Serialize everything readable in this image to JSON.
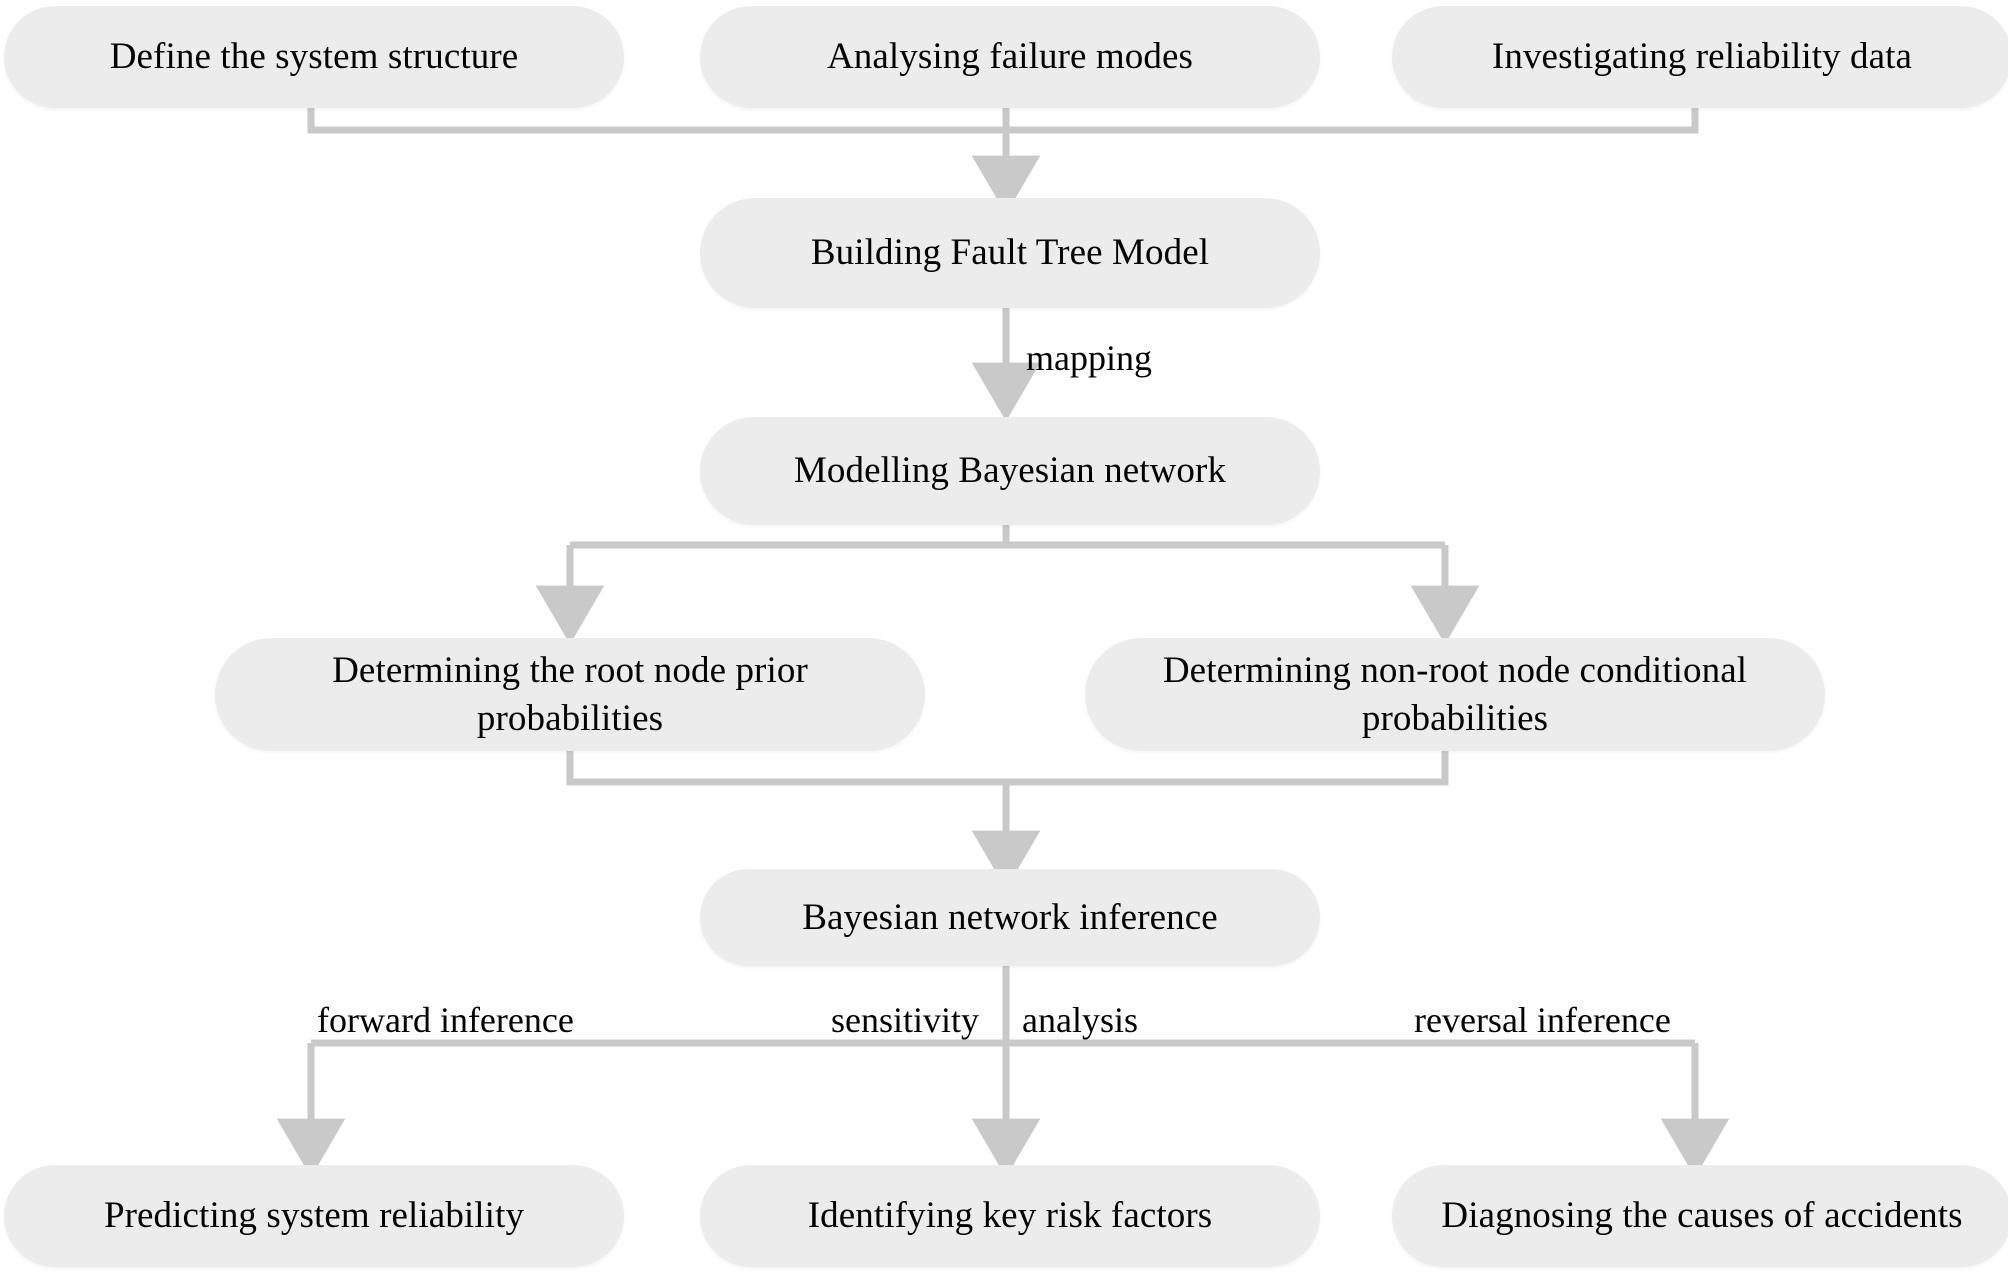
{
  "diagram": {
    "title": "Bayesian network reliability analysis workflow",
    "colors": {
      "node_fill": "#ececec",
      "node_text": "#000000",
      "edge_line": "#c9c9c9",
      "background": "#ffffff"
    },
    "nodes": [
      {
        "id": "define-system-structure",
        "label": "Define the system structure"
      },
      {
        "id": "analysing-failure-modes",
        "label": "Analysing failure modes"
      },
      {
        "id": "investigating-reliability-data",
        "label": "Investigating reliability data"
      },
      {
        "id": "building-fault-tree-model",
        "label": "Building Fault Tree Model"
      },
      {
        "id": "modelling-bayesian-network",
        "label": "Modelling Bayesian network"
      },
      {
        "id": "root-node-prior-probabilities",
        "label": "Determining the root node prior\nprobabilities"
      },
      {
        "id": "non-root-node-conditional-probabilities",
        "label": "Determining non-root node conditional\nprobabilities"
      },
      {
        "id": "bayesian-network-inference",
        "label": "Bayesian network inference"
      },
      {
        "id": "predicting-system-reliability",
        "label": "Predicting system reliability"
      },
      {
        "id": "identifying-key-risk-factors",
        "label": "Identifying key risk factors"
      },
      {
        "id": "diagnosing-causes-of-accidents",
        "label": "Diagnosing the causes of accidents"
      }
    ],
    "edge_labels": [
      {
        "id": "mapping",
        "text": "mapping"
      },
      {
        "id": "forward-inference",
        "text": "forward inference"
      },
      {
        "id": "sensitivity-analysis-left",
        "text": "sensitivity"
      },
      {
        "id": "sensitivity-analysis-right",
        "text": "analysis"
      },
      {
        "id": "reversal-inference",
        "text": "reversal inference"
      }
    ]
  }
}
